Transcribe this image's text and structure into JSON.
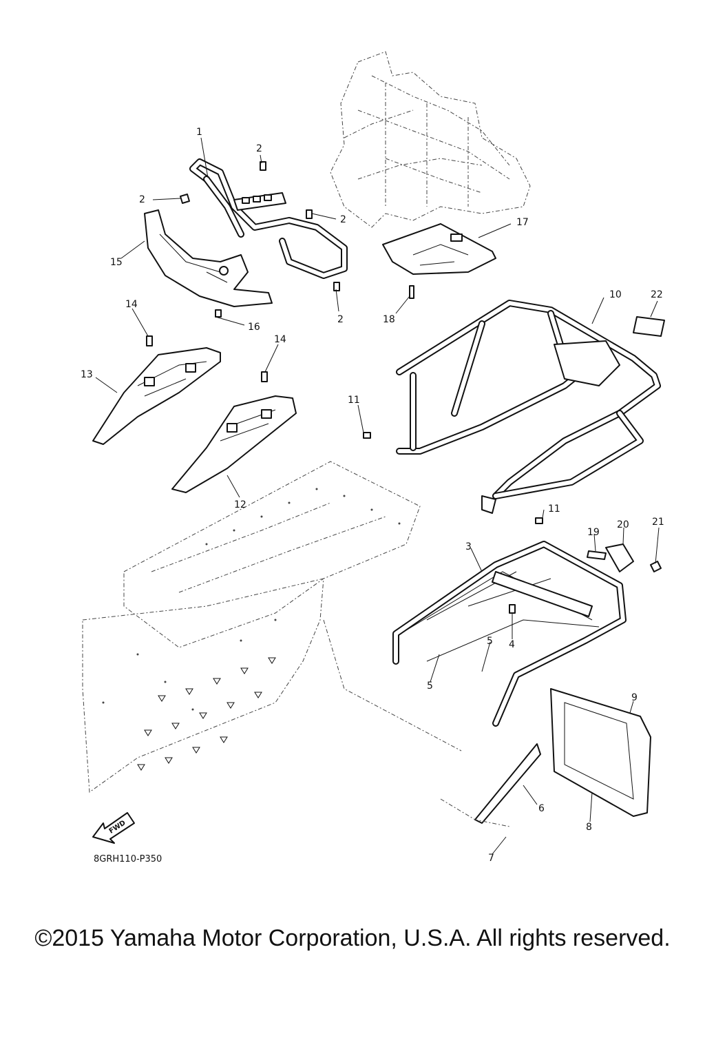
{
  "diagram_code": "8GRH110-P350",
  "copyright": "©2015 Yamaha Motor Corporation, U.S.A. All rights reserved.",
  "fwd_label": "FWD",
  "callouts": {
    "c1": "1",
    "c2a": "2",
    "c2b": "2",
    "c2c": "2",
    "c2d": "2",
    "c3": "3",
    "c4": "4",
    "c5a": "5",
    "c5b": "5",
    "c6": "6",
    "c7": "7",
    "c8": "8",
    "c9": "9",
    "c10": "10",
    "c11a": "11",
    "c11b": "11",
    "c12": "12",
    "c13": "13",
    "c14a": "14",
    "c14b": "14",
    "c15": "15",
    "c16": "16",
    "c17": "17",
    "c18": "18",
    "c19": "19",
    "c20": "20",
    "c21": "21",
    "c22": "22"
  }
}
